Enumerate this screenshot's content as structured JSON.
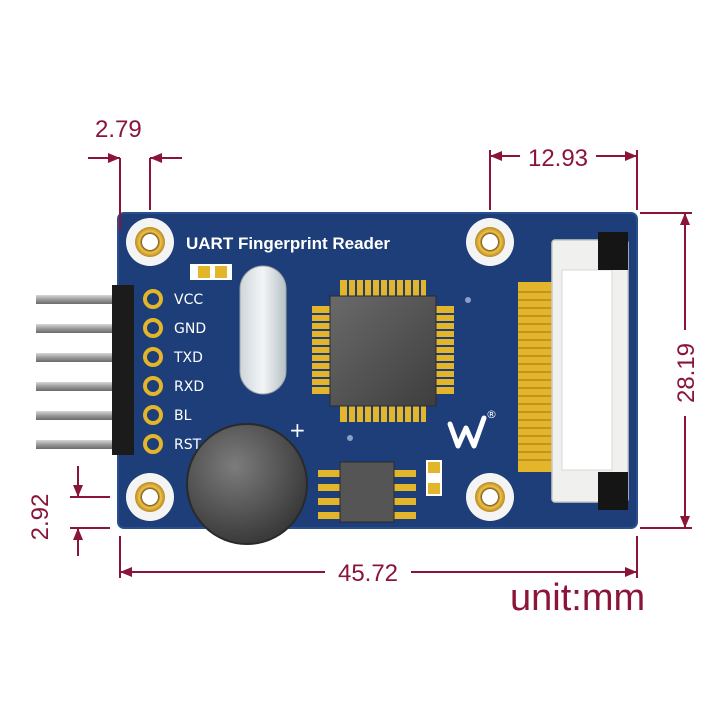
{
  "board": {
    "title": "UART Fingerprint Reader",
    "pins": [
      "VCC",
      "GND",
      "TXD",
      "RXD",
      "BL",
      "RST"
    ],
    "buzzer_polarity": "+",
    "logo_registered": "®"
  },
  "dimensions": {
    "hole_offset_x": "2.79",
    "hole_offset_y": "2.92",
    "connector_width": "12.93",
    "board_height": "28.19",
    "board_width": "45.72"
  },
  "unit_label": "unit:mm",
  "colors": {
    "pcb": "#1d3e78",
    "dimension": "#8a1538",
    "gold": "#e2b52a"
  }
}
